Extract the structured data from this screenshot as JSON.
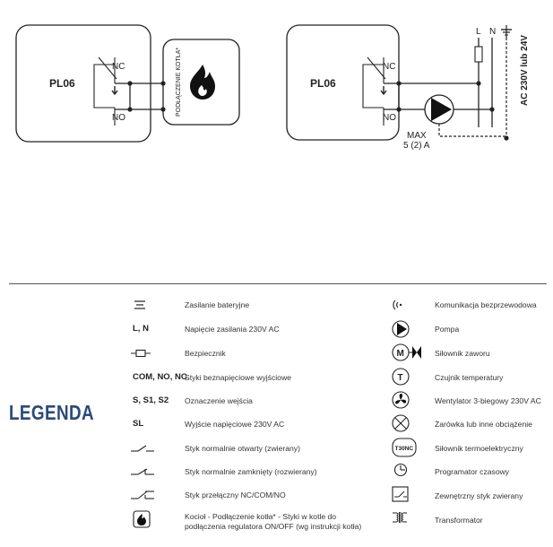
{
  "diagram_left": {
    "device": "PL06",
    "nc": "NC",
    "no": "NO",
    "boiler_label_line1": "PODŁĄCZENIE KOTŁA*"
  },
  "diagram_right": {
    "device": "PL06",
    "nc": "NC",
    "no": "NO",
    "l": "L",
    "n": "N",
    "supply": "AC 230V lub 24V",
    "max_line1": "MAX",
    "max_line2": "5 (2) A"
  },
  "legend": {
    "title": "LEGENDA",
    "left_items": [
      {
        "symbol": "",
        "icon": "battery-icon",
        "text": "Zasilanie bateryjne"
      },
      {
        "symbol": "L, N",
        "icon": "",
        "text": "Napięcie zasilania 230V AC"
      },
      {
        "symbol": "",
        "icon": "fuse-icon",
        "text": "Bezpiecznik"
      },
      {
        "symbol": "COM, NO, NC",
        "icon": "",
        "text": "Styki beznapięciowe wyjściowe"
      },
      {
        "symbol": "S, S1, S2",
        "icon": "",
        "text": "Oznaczenie wejścia"
      },
      {
        "symbol": "SL",
        "icon": "",
        "text": "Wyjście napięciowe 230V AC"
      },
      {
        "symbol": "",
        "icon": "normally-open-contact-icon",
        "text": "Styk normalnie otwarty (zwierany)"
      },
      {
        "symbol": "",
        "icon": "normally-closed-contact-icon",
        "text": "Styk normalnie zamknięty (rozwierany)"
      },
      {
        "symbol": "",
        "icon": "changeover-contact-icon",
        "text": "Styk przełączny NC/COM/NO"
      },
      {
        "symbol": "",
        "icon": "boiler-flame-icon",
        "text": "Kocioł - Podłączenie kotła* - Styki w kotle do",
        "text2": "podłączenia regulatora ON/OFF (wg instrukcji kotła)"
      }
    ],
    "right_items": [
      {
        "icon": "wireless-icon",
        "label": "",
        "text": "Komunikacja bezprzewodowa"
      },
      {
        "icon": "pump-icon",
        "label": "",
        "text": "Pompa"
      },
      {
        "icon": "valve-actuator-icon",
        "label": "M",
        "text": "Siłownik zaworu"
      },
      {
        "icon": "temperature-sensor-icon",
        "label": "T",
        "text": "Czujnik temperatury"
      },
      {
        "icon": "fan-icon",
        "label": "",
        "text": "Wentylator 3-biegowy 230V AC"
      },
      {
        "icon": "bulb-load-icon",
        "label": "",
        "text": "Żarówka lub inne obciążenie"
      },
      {
        "icon": "thermoelectric-actuator-icon",
        "label": "T30NC",
        "text": "Siłownik termoelektryczny"
      },
      {
        "icon": "timer-programmer-icon",
        "label": "",
        "text": "Programator czasowy"
      },
      {
        "icon": "external-contact-icon",
        "label": "",
        "text": "Zewnętrzny styk zwierany"
      },
      {
        "icon": "transformer-icon",
        "label": "",
        "text": "Transformator"
      }
    ]
  }
}
